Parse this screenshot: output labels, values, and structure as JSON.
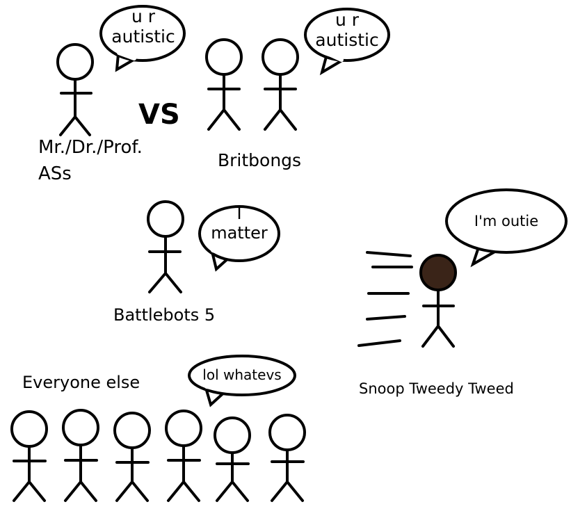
{
  "colors": {
    "ink": "#000000",
    "background": "#ffffff",
    "head_fill_dark": "#3a2418"
  },
  "labels": {
    "profs": [
      "Mr./Dr./Prof.",
      "ASs"
    ],
    "vs": "VS",
    "britbongs": "Britbongs",
    "battlebots": "Battlebots 5",
    "everyone_else": "Everyone else",
    "snoop": "Snoop Tweedy Tweed"
  },
  "bubbles": {
    "profs": [
      "u r",
      "autistic"
    ],
    "britbongs": [
      "u r",
      "autistic"
    ],
    "battlebots": [
      "I",
      "matter"
    ],
    "everyone_else": "lol whatevs",
    "snoop": "I'm outie"
  }
}
